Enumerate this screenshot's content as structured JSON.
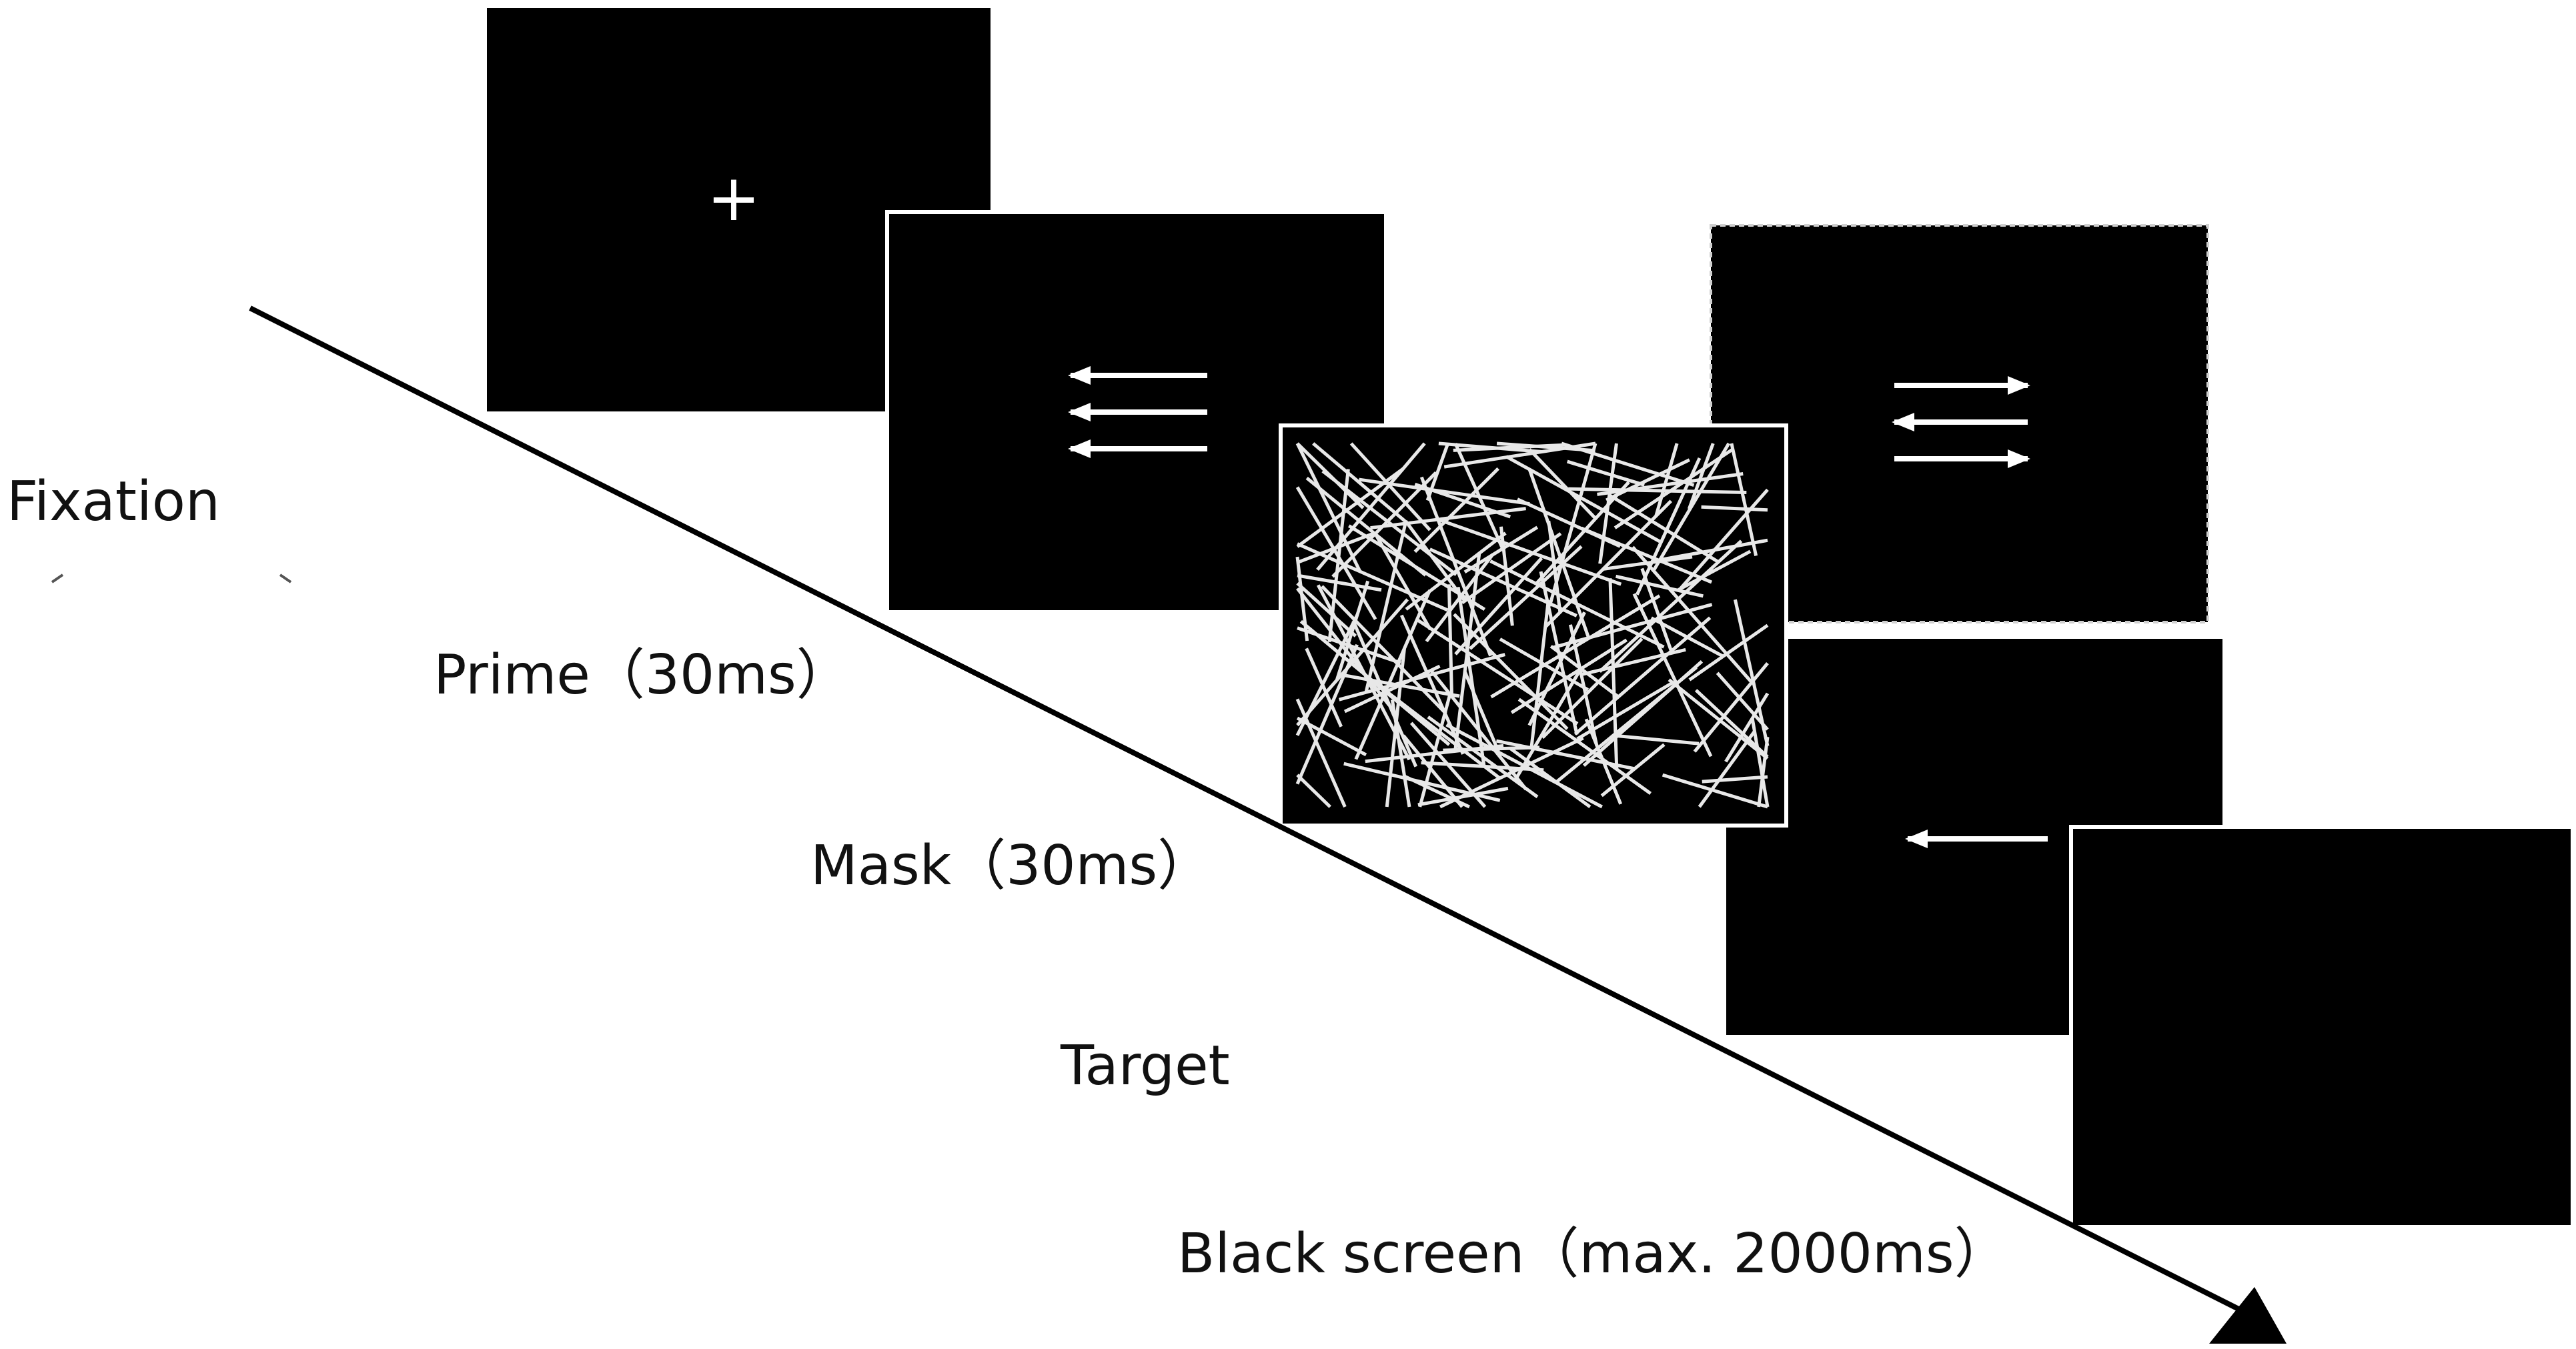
{
  "labels": {
    "fixation": "Fixation",
    "prime": "Prime（30ms）",
    "mask": "Mask（30ms）",
    "target": "Target",
    "black_screen": "Black screen（max. 2000ms）"
  },
  "fixation_symbol": "+",
  "stimuli": {
    "prime_arrows": [
      "left",
      "left",
      "left"
    ],
    "extra_arrows": [
      "right",
      "left",
      "right"
    ],
    "target_arrow": "left"
  },
  "colors": {
    "screen": "#000000",
    "stimulus": "#ffffff",
    "text": "#111111",
    "background": "#ffffff"
  }
}
